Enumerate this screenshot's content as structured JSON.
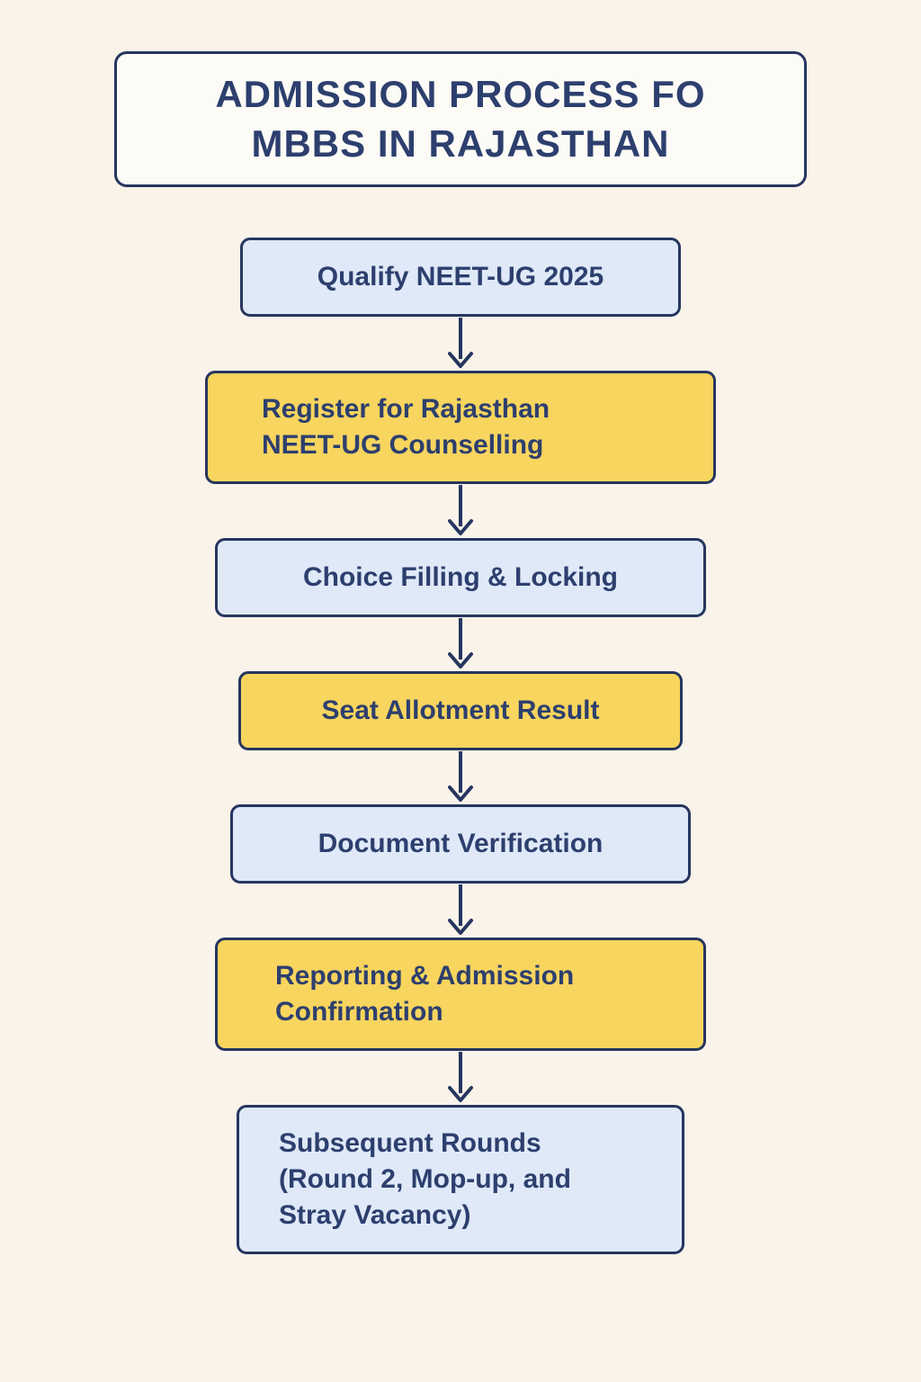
{
  "title": "ADMISSION PROCESS FO\nMBBS IN RAJASTHAN",
  "flow": {
    "nodes": [
      {
        "id": "qualify-neet",
        "label": "Qualify NEET-UG 2025",
        "variant": "blue"
      },
      {
        "id": "register-counselling",
        "label": "Register for Rajasthan\nNEET-UG Counselling",
        "variant": "yellow"
      },
      {
        "id": "choice-filling",
        "label": "Choice Filling & Locking",
        "variant": "blue"
      },
      {
        "id": "seat-allotment",
        "label": "Seat Allotment Result",
        "variant": "yellow"
      },
      {
        "id": "document-verification",
        "label": "Document Verification",
        "variant": "blue"
      },
      {
        "id": "reporting-confirmation",
        "label": "Reporting & Admission\nConfirmation",
        "variant": "yellow"
      },
      {
        "id": "subsequent-rounds",
        "label": "Subsequent Rounds\n(Round 2, Mop-up, and\nStray Vacancy)",
        "variant": "blue"
      }
    ]
  },
  "colors": {
    "background": "#faf3ea",
    "navy": "#26365f",
    "text": "#2d3f6e",
    "box_blue": "#dfe9f8",
    "box_yellow": "#f8d55e",
    "title_box_bg": "#fdfbf6"
  }
}
